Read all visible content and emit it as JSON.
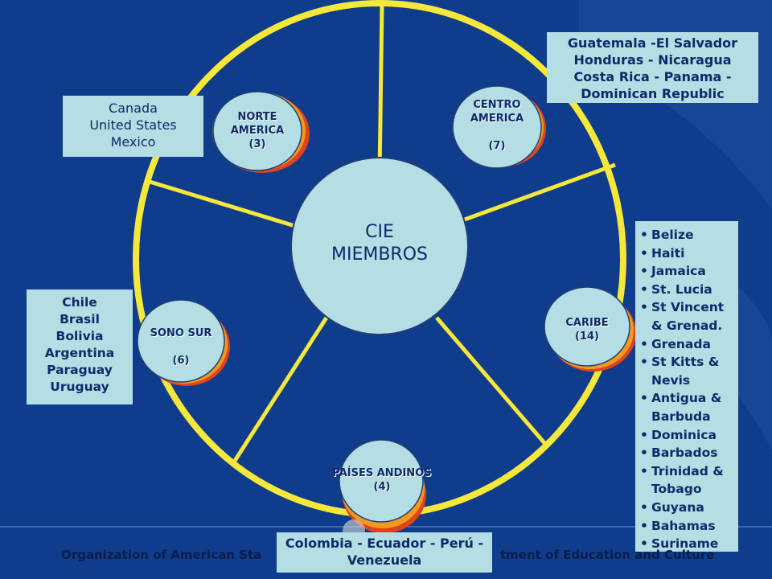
{
  "center": {
    "line1": "CIE",
    "line2": "MIEMBROS"
  },
  "regions": {
    "norte": {
      "line1": "NORTE",
      "line2": "AMERICA",
      "line3": "(3)"
    },
    "centro": {
      "line1": "CENTRO",
      "line2": "AMERICA",
      "line3": "(7)"
    },
    "caribe": {
      "line1": "CARIBE",
      "line2": "(14)"
    },
    "andinos": {
      "line1": "PAÍSES ANDINOS",
      "line2": "(4)"
    },
    "sonosur": {
      "line1": "SONO SUR",
      "line2": "(6)"
    }
  },
  "north_america_countries": [
    "Canada",
    "United States",
    "Mexico"
  ],
  "central_america_countries": [
    "Guatemala -El Salvador",
    "Honduras - Nicaragua",
    "Costa Rica - Panama -",
    "Dominican Republic"
  ],
  "southern_cone_countries": [
    "Chile",
    "Brasil",
    "Bolivia",
    "Argentina",
    "Paraguay",
    "Uruguay"
  ],
  "andean_countries": [
    "Colombia - Ecuador - Perú -",
    "Venezuela"
  ],
  "caribbean_countries": [
    {
      "lines": [
        "Belize"
      ]
    },
    {
      "lines": [
        "Haiti"
      ]
    },
    {
      "lines": [
        "Jamaica"
      ]
    },
    {
      "lines": [
        "St. Lucia"
      ]
    },
    {
      "lines": [
        "St Vincent",
        "& Grenad."
      ]
    },
    {
      "lines": [
        "Grenada"
      ]
    },
    {
      "lines": [
        "St Kitts &",
        "Nevis"
      ]
    },
    {
      "lines": [
        " Antigua &",
        "Barbuda"
      ]
    },
    {
      "lines": [
        "Dominica"
      ]
    },
    {
      "lines": [
        "Barbados"
      ]
    },
    {
      "lines": [
        "Trinidad &",
        "Tobago"
      ]
    },
    {
      "lines": [
        "Guyana"
      ]
    },
    {
      "lines": [
        "Bahamas"
      ]
    },
    {
      "lines": [
        "Suriname"
      ]
    }
  ],
  "footer": {
    "left": "Organization of American Sta",
    "right": "tment of Education and Culture"
  },
  "colors": {
    "background": "#0f3d8c",
    "wheel": "#f5e83a",
    "box": "#b5dde4",
    "text": "#0c2a6b",
    "center_circle": "#b5dde4",
    "disc_shadow": "#e8901c"
  }
}
